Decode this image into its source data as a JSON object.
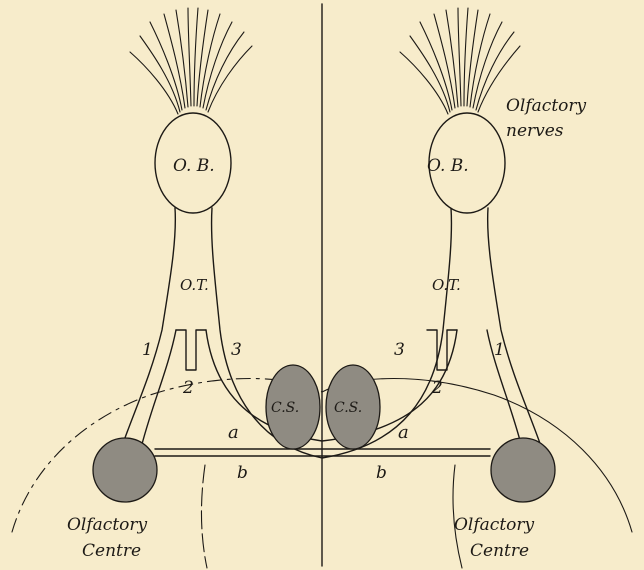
{
  "labels": {
    "ob_left": "O. B.",
    "ob_right": "O. B.",
    "olfactory_nerves_line1": "Olfactory",
    "olfactory_nerves_line2": "nerves",
    "ot_left": "O.T.",
    "ot_right": "O.T.",
    "root1_left": "1",
    "root2_left": "2",
    "root3_left": "3",
    "root1_right": "1",
    "root2_right": "2",
    "root3_right": "3",
    "cs_left": "C.S.",
    "cs_right": "C.S.",
    "a_left": "a",
    "a_right": "a",
    "b_left": "b",
    "b_right": "b",
    "centre_left_line1": "Olfactory",
    "centre_left_line2": "Centre",
    "centre_right_line1": "Olfactory",
    "centre_right_line2": "Centre"
  },
  "colors": {
    "background": "#f7eccb",
    "ink": "#1d1a16",
    "shading": "#8f8b82"
  }
}
